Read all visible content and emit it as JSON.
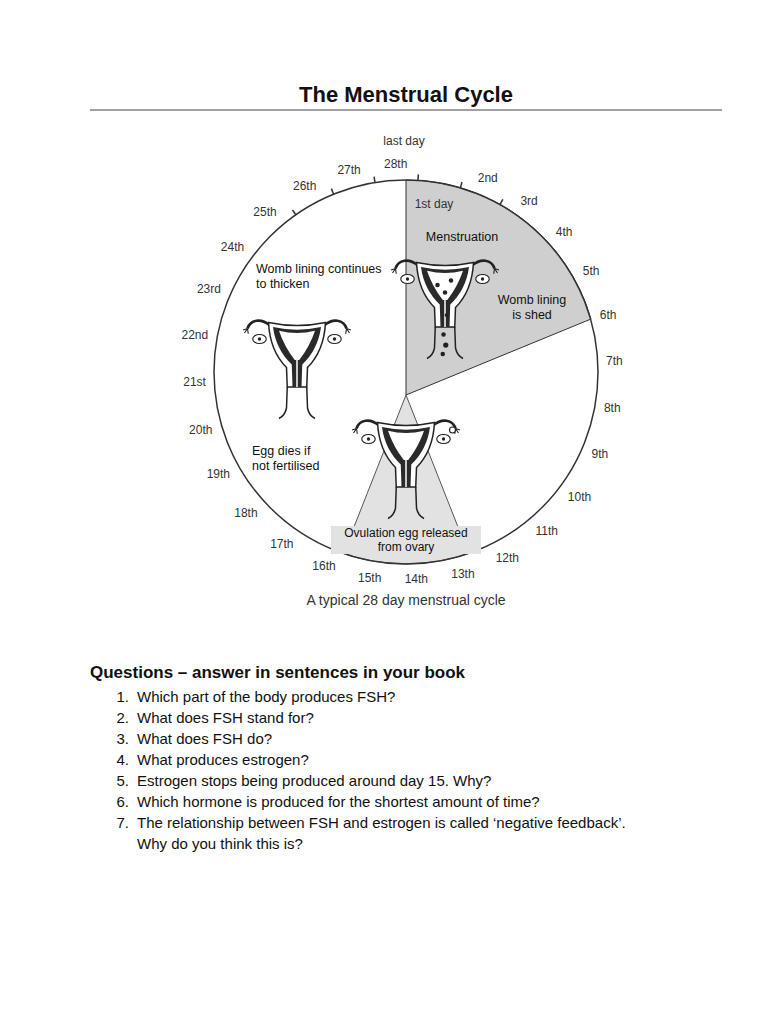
{
  "diagram": {
    "title": "The Menstrual Cycle",
    "caption": "A typical 28 day menstrual cycle",
    "nodes": [
      {
        "text": [
          "Menstruation",
          "Womb lining is shed"
        ]
      },
      {
        "text": [
          "Ovulation egg released from ovary"
        ]
      }
    ],
    "labels": [
      "1st day",
      "2nd",
      "3rd",
      "4th",
      "5th",
      "6th",
      "7th",
      "8th",
      "9th",
      "10th",
      "11th",
      "12th",
      "13th",
      "14th",
      "15th",
      "16th",
      "17th",
      "18th",
      "19th",
      "20th",
      "21st",
      "22nd",
      "23rd",
      "24th",
      "25th",
      "26th",
      "27th",
      "28th",
      "last day",
      "Womb lining continues to thicken",
      "Egg dies if not fertilised",
      "Questions – answer in sentences in your book",
      "1.",
      "Which part of the body produces FSH?",
      "2.",
      "What does FSH stand for?",
      "3.",
      "What does FSH do?",
      "4.",
      "What produces estrogen?",
      "5.",
      "Estrogen stops being produced around day 15. Why?",
      "6.",
      "Which hormone is produced for the shortest amount of time?",
      "7.",
      "The relationship between FSH and estrogen is called ‘negative feedback’. Why do you think this is?"
    ]
  }
}
